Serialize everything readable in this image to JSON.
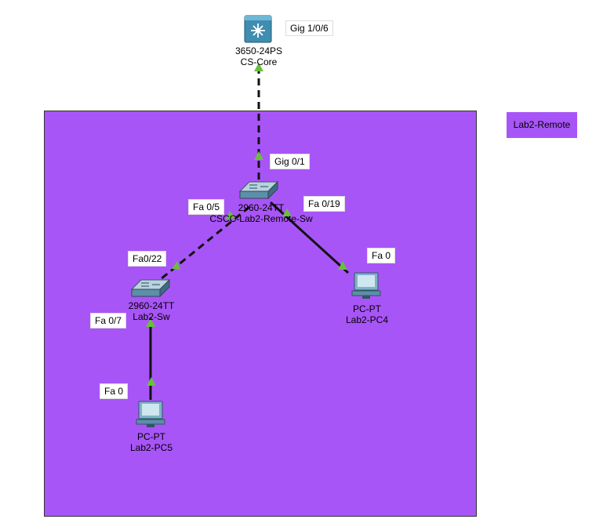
{
  "cluster": {
    "label": "Lab2-Remote",
    "fill": "#a855f7"
  },
  "link_color": "#111111",
  "arrow_color": "#6abf3a",
  "devices": {
    "core": {
      "model": "3650-24PS",
      "name": "CS-Core",
      "icon": "multilayer-switch-icon"
    },
    "remote_sw": {
      "model": "2960-24TT",
      "name": "CSCC-Lab2-Remote-Sw",
      "icon": "switch-icon"
    },
    "lab2_sw": {
      "model": "2960-24TT",
      "name": "Lab2-Sw",
      "icon": "switch-icon"
    },
    "pc4": {
      "model": "PC-PT",
      "name": "Lab2-PC4",
      "icon": "pc-icon"
    },
    "pc5": {
      "model": "PC-PT",
      "name": "Lab2-PC5",
      "icon": "pc-icon"
    }
  },
  "ports": {
    "core_gig": "Gig 1/0/6",
    "remote_gig": "Gig 0/1",
    "remote_fa5": "Fa 0/5",
    "remote_fa19": "Fa 0/19",
    "lab2_fa22": "Fa0/22",
    "lab2_fa7": "Fa 0/7",
    "pc4_fa0": "Fa 0",
    "pc5_fa0": "Fa 0"
  },
  "links": [
    {
      "from": "core",
      "to": "remote_sw",
      "style": "dashed"
    },
    {
      "from": "remote_sw",
      "to": "lab2_sw",
      "style": "dashed"
    },
    {
      "from": "remote_sw",
      "to": "pc4",
      "style": "solid"
    },
    {
      "from": "lab2_sw",
      "to": "pc5",
      "style": "solid"
    }
  ]
}
